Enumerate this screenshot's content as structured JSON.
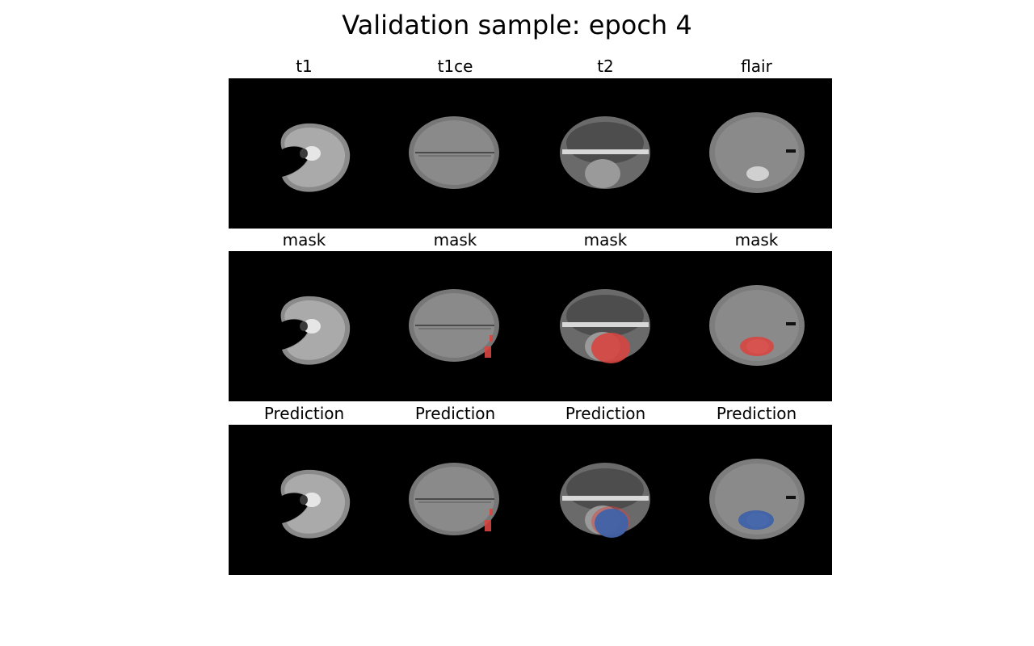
{
  "figure": {
    "title": "Validation sample: epoch 4"
  },
  "rows": [
    {
      "row": "inputs",
      "panels": [
        {
          "title": "t1",
          "modality": "t1",
          "overlay": "none"
        },
        {
          "title": "t1ce",
          "modality": "t1ce",
          "overlay": "none"
        },
        {
          "title": "t2",
          "modality": "t2",
          "overlay": "none"
        },
        {
          "title": "flair",
          "modality": "flair",
          "overlay": "none"
        }
      ]
    },
    {
      "row": "mask",
      "panels": [
        {
          "title": "mask",
          "modality": "t1",
          "overlay": "none"
        },
        {
          "title": "mask",
          "modality": "t1ce",
          "overlay": "red"
        },
        {
          "title": "mask",
          "modality": "t2",
          "overlay": "red"
        },
        {
          "title": "mask",
          "modality": "flair",
          "overlay": "red"
        }
      ]
    },
    {
      "row": "prediction",
      "panels": [
        {
          "title": "Prediction",
          "modality": "t1",
          "overlay": "none"
        },
        {
          "title": "Prediction",
          "modality": "t1ce",
          "overlay": "red"
        },
        {
          "title": "Prediction",
          "modality": "t2",
          "overlay": "blue"
        },
        {
          "title": "Prediction",
          "modality": "flair",
          "overlay": "blue"
        }
      ]
    }
  ],
  "colors": {
    "background": "#000000",
    "mask_overlay": "#d64541",
    "prediction_overlay": "#3f62a8"
  }
}
